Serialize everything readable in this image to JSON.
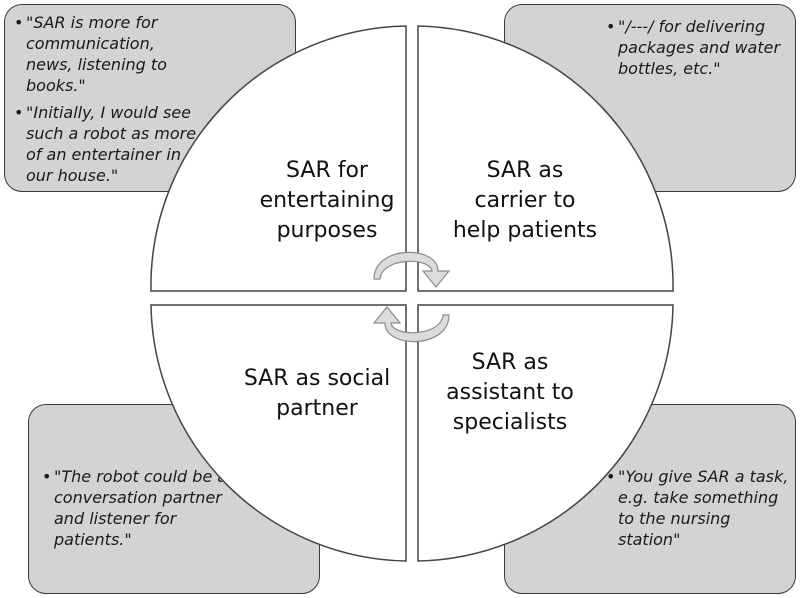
{
  "quadrants": [
    {
      "label": "SAR for entertaining purposes",
      "quotes": [
        "\"SAR is more for communication, news, listening to books.\"",
        "\"Initially, I would see such a robot as more of an entertainer in our house.\""
      ]
    },
    {
      "label": "SAR as carrier to help patients",
      "quotes": [
        "\"/---/ for delivering packages and water bottles, etc.\""
      ]
    },
    {
      "label": "SAR as social partner",
      "quotes": [
        "\"The robot could be a conversation partner and listener for patients.\""
      ]
    },
    {
      "label": "SAR as assistant to specialists",
      "quotes": [
        "\"You give SAR a task, e.g. take something to the nursing station\""
      ]
    }
  ],
  "colors": {
    "box_fill": "#d3d3d3",
    "arrow_fill": "#dcdcdc"
  },
  "icons": [
    "cycle-arrows-icon"
  ]
}
